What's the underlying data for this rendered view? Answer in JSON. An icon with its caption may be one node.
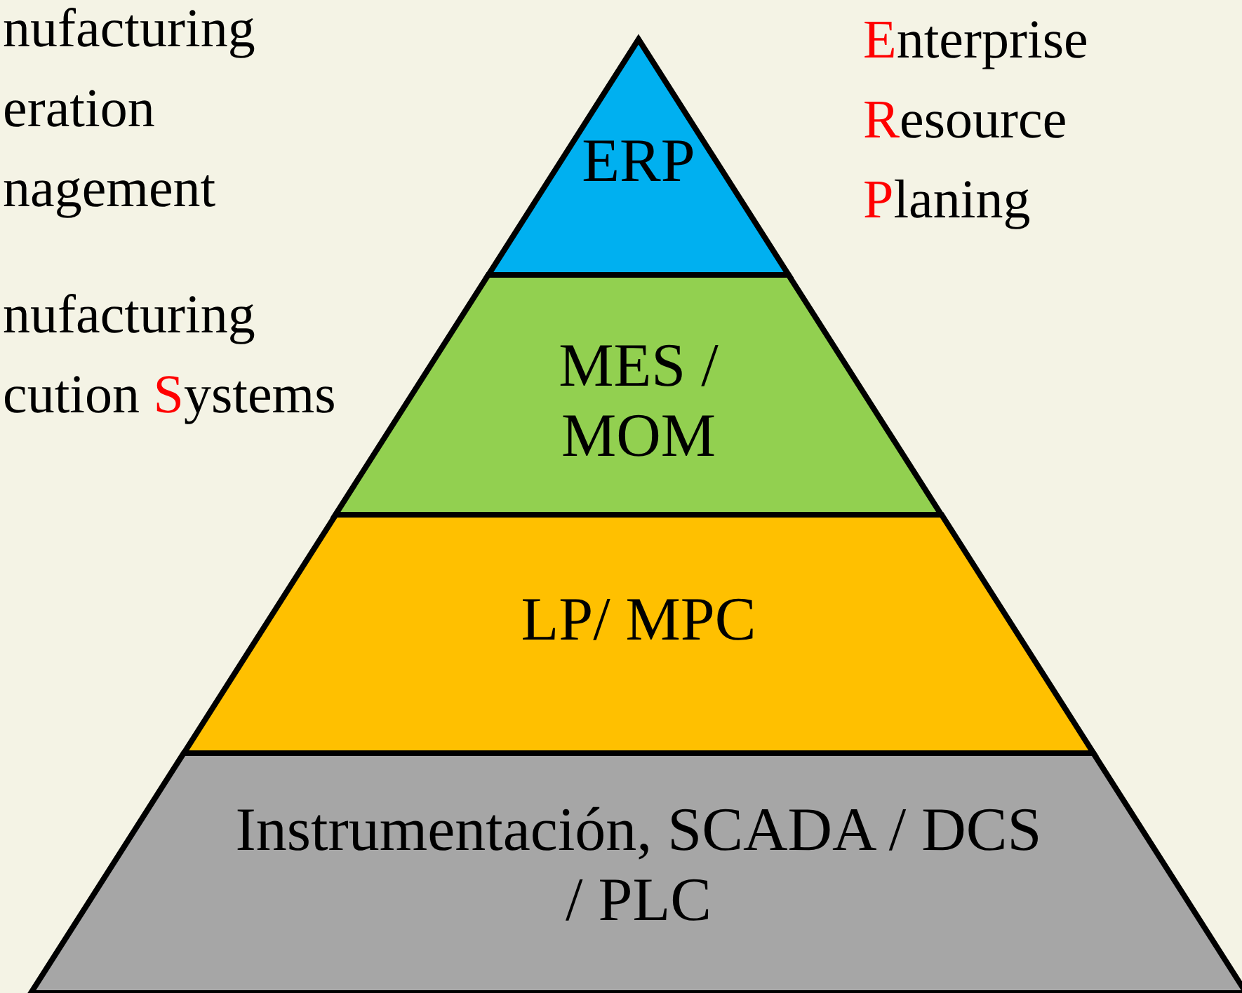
{
  "diagram": {
    "nodes": [
      {
        "text": [
          "ERP"
        ]
      },
      {
        "text": [
          "MES / MOM"
        ]
      },
      {
        "text": [
          "LP/ MPC"
        ]
      },
      {
        "text": [
          "Instrumentación, SCADA / DCS / PLC"
        ]
      }
    ],
    "labels": [
      "nufacturing eration nagement",
      "nufacturing",
      "cution Systems",
      "Enterprise Resource Planing"
    ]
  }
}
